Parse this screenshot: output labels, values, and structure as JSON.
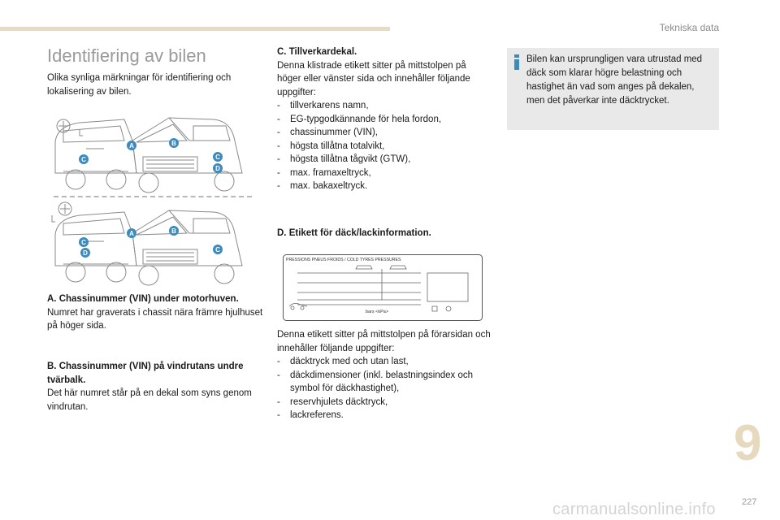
{
  "header": {
    "section": "Tekniska data"
  },
  "page": {
    "chapter": "9",
    "number": "227",
    "watermark": "carmanualsonline.info"
  },
  "main": {
    "title": "Identifiering av bilen",
    "intro": "Olika synliga märkningar för identifiering och lokalisering av bilen.",
    "figure_markers": [
      "A",
      "B",
      "C",
      "D"
    ],
    "block_a": {
      "heading": "A. Chassinummer (VIN) under motorhuven.",
      "body": "Numret har graverats i chassit nära främre hjulhuset på höger sida."
    },
    "block_b": {
      "heading": "B. Chassinummer (VIN) på vindrutans undre tvärbalk.",
      "body": "Det här numret står på en dekal som syns genom vindrutan."
    },
    "block_c": {
      "heading": "C. Tillverkardekal.",
      "body": "Denna klistrade etikett sitter på mittstolpen på höger eller vänster sida och innehåller följande uppgifter:",
      "items": [
        "tillverkarens namn,",
        "EG-typgodkännande för hela fordon,",
        "chassinummer (VIN),",
        "högsta tillåtna totalvikt,",
        "högsta tillåtna tågvikt (GTW),",
        "max. framaxeltryck,",
        "max. bakaxeltryck."
      ]
    },
    "block_d": {
      "heading": "D. Etikett för däck/lackinformation.",
      "label": {
        "header": "PRESSIONS PNEUS FROIDS / COLD TYRES PRESSURES",
        "units": "bars <kPa>"
      },
      "body": "Denna etikett sitter på mittstolpen på förarsidan och innehåller följande uppgifter:",
      "items": [
        "däcktryck med och utan last,",
        "däckdimensioner (inkl. belastningsindex och symbol för däckhastighet),",
        "reservhjulets däcktryck,",
        "lackreferens."
      ]
    }
  },
  "info_box": {
    "text": "Bilen kan ursprungligen vara utrustad med däck som klarar högre belastning och hastighet än vad som anges på dekalen, men det påverkar inte däcktrycket."
  },
  "colors": {
    "accent": "#e8dcc0",
    "marker": "#3d8bbd",
    "info_icon": "#3d8bbd",
    "info_bg": "#e9e9e9"
  }
}
